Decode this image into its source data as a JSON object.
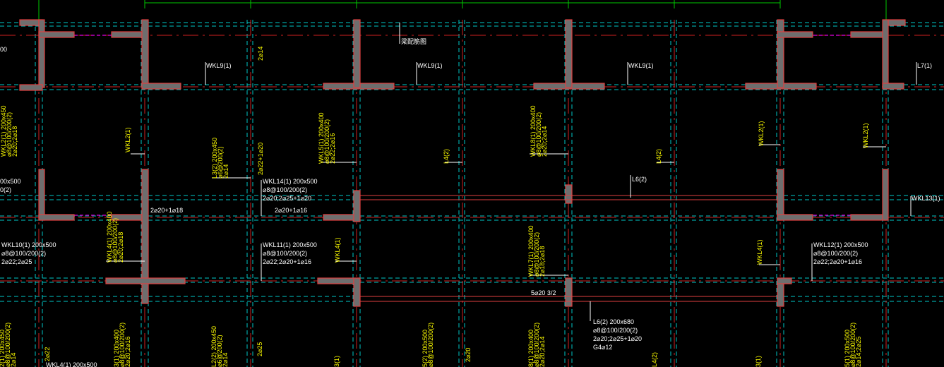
{
  "colors": {
    "background": "#000000",
    "beam_fill": "#6e6e6e",
    "beam_edge": "#e04040",
    "beam_line": "#e04040",
    "grid": "#00c8c8",
    "axis": "#d02020",
    "dimension": "#00c800",
    "hidden": "#c000c0",
    "text_white": "#ffffff",
    "text_yellow": "#ffff00"
  },
  "labels": {
    "top_note": "梁配筋图",
    "l0": "00",
    "l1": "WKL9(1)",
    "l2": "WKL9(1)",
    "l3": "WKL9(1)",
    "l4": "L7(1)",
    "l5": "2⌀14",
    "l6": "WKL2(1) 200x450",
    "l7": "⌀8@100/200(2)",
    "l8": "2⌀20;2⌀18",
    "l9": "WKL2(1)",
    "l10": "L3(2) 200x450",
    "l11": "⌀6@200(2)",
    "l12": "2⌀14",
    "l13": "2⌀22+1⌀20",
    "l14": "WKL5(1) 200x400",
    "l15": "⌀8@100/200(2)",
    "l16": "2⌀22;2⌀16",
    "l17": "L4(2)",
    "l18": "WKL8(1) 200x400",
    "l19": "⌀8@100/200(2)",
    "l20": "2⌀20;2⌀14",
    "l21": "L4(2)",
    "l22": "WKL2(1)",
    "l23": "WKL2(1)",
    "l24": "00x500",
    "l25": "0(2)",
    "l26": "WKL14(1) 200x500",
    "l27": "⌀8@100/200(2)",
    "l28": "2⌀20;2⌀25+1⌀20",
    "l29": "L6(2)",
    "l30": "WKL13(1)",
    "l31": "2⌀20+1⌀18",
    "l32": "2⌀20+1⌀16",
    "l33": "WKL10(1) 200x500",
    "l34": "⌀8@100/200(2)",
    "l35": "2⌀22;2⌀25",
    "l36": "WKL4(1) 200x400",
    "l37": "⌀8@100/200(2)",
    "l38": "2⌀20;2⌀18",
    "l39": "WKL11(1) 200x500",
    "l40": "⌀8@100/200(2)",
    "l41": "2⌀22;2⌀20+1⌀16",
    "l42": "WKL4(1)",
    "l43": "WKL7(1) 200x400",
    "l44": "⌀8@100/200(2)",
    "l45": "2⌀18;2⌀18",
    "l46": "WKL4(1)",
    "l47": "WKL12(1) 200x500",
    "l48": "⌀8@100/200(2)",
    "l49": "2⌀22;2⌀20+1⌀16",
    "l50": "5⌀20 3/2",
    "l51": "L6(2) 200x680",
    "l52": "⌀8@100/200(2)",
    "l53": "2⌀20;2⌀25+1⌀20",
    "l54": "G4⌀12",
    "l55": "2(1) 200x450",
    "l56": "⌀8@100/200(2)",
    "l57": "2⌀14",
    "l58": "2⌀22",
    "l59": "WKL4(1) 200x500",
    "l60": "3(1) 200x400",
    "l61": "⌀8@100/200(2)",
    "l62": "2⌀20;2⌀16",
    "l63": "L2(2) 200x450",
    "l64": "⌀6@200(2)",
    "l65": "2⌀14",
    "l66": "2⌀25",
    "l67": "3(1)",
    "l68": "5(2) 200x500",
    "l69": "⌀8@100/200(2)",
    "l70": "2⌀20",
    "l71": "8(1) 200x400",
    "l72": "⌀8@100/200(2)",
    "l73": "2⌀20;2⌀14",
    "l74": "L4(2)",
    "l75": "3(1)",
    "l76": "5(1) 200x500",
    "l77": "⌀8@100/200(2)",
    "l78": "2⌀14;2⌀25"
  }
}
